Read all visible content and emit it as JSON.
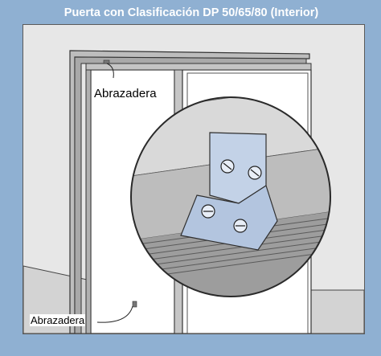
{
  "title": "Puerta con Clasificación DP 50/65/80 (Interior)",
  "labels": {
    "clip_top": "Abrazadera",
    "clip_bottom": "Abrazadera"
  },
  "colors": {
    "panel": "#8fb0d2",
    "title_text": "#ffffff",
    "wall": "#e7e7e7",
    "frame": "#b9b9b9",
    "bracket": "#b7c8e0",
    "outline": "#3a3a3a"
  }
}
